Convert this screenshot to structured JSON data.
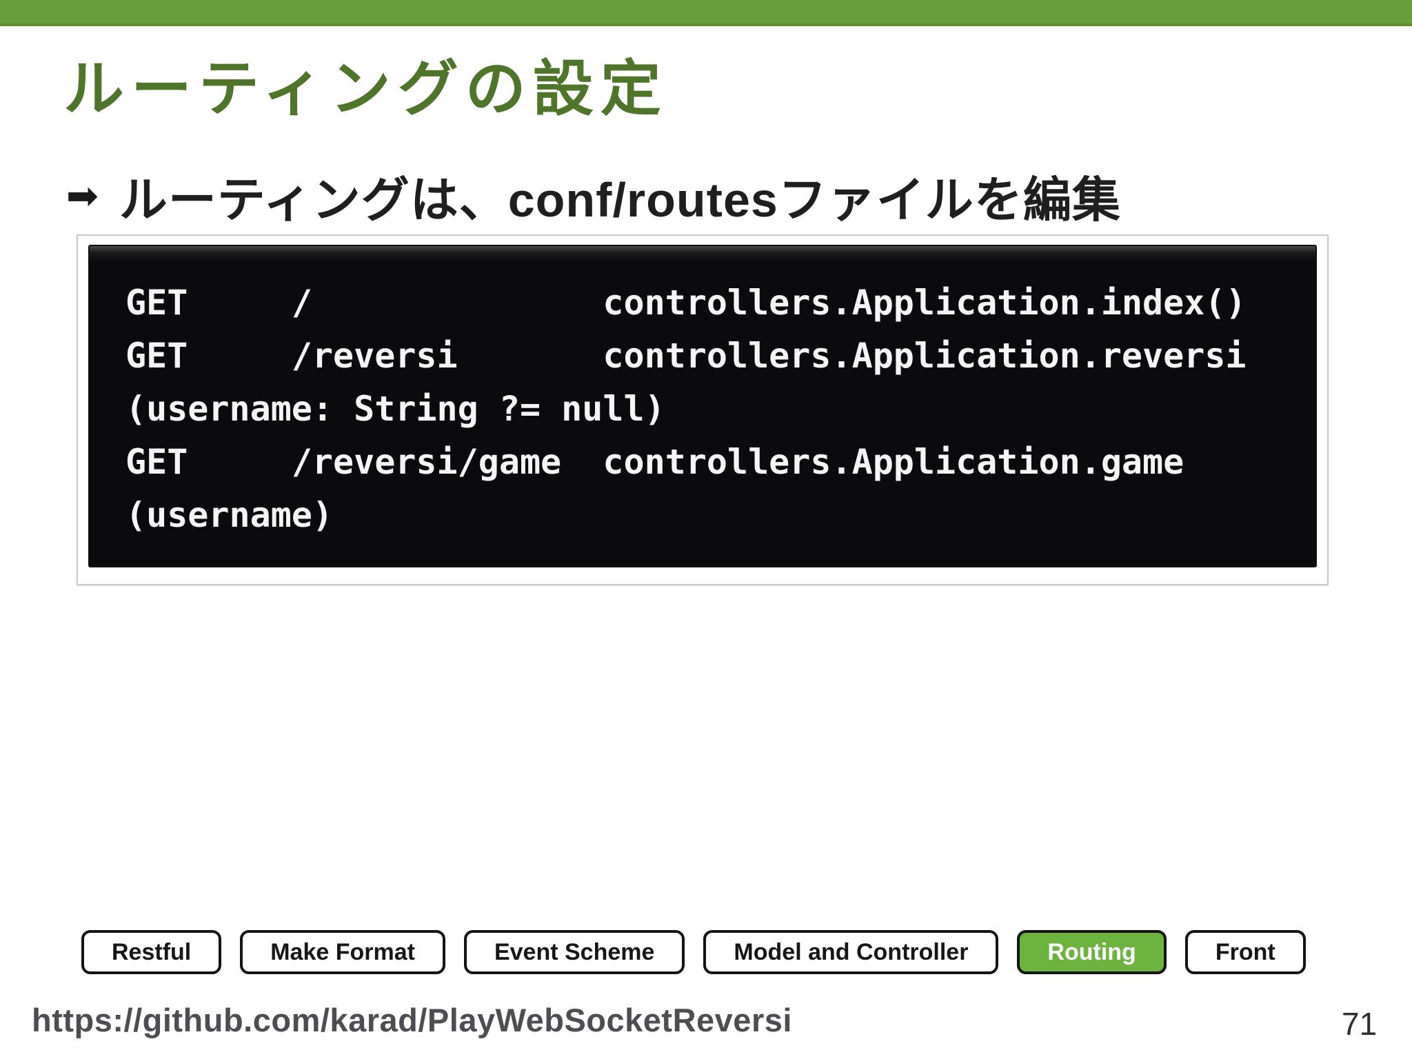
{
  "header": {
    "title": "ルーティングの設定"
  },
  "bullet": {
    "marker": "➡",
    "text": "ルーティングは、conf/routesファイルを編集"
  },
  "code_block": {
    "lines": [
      "GET     /              controllers.Application.index()",
      "GET     /reversi       controllers.Application.reversi",
      "(username: String ?= null)",
      "GET     /reversi/game  controllers.Application.game",
      "(username)"
    ]
  },
  "tab_bar": {
    "tabs": [
      {
        "label": "Restful",
        "active": false
      },
      {
        "label": "Make Format",
        "active": false
      },
      {
        "label": "Event Scheme",
        "active": false
      },
      {
        "label": "Model and Controller",
        "active": false
      },
      {
        "label": "Routing",
        "active": true
      },
      {
        "label": "Front",
        "active": false
      }
    ]
  },
  "footer": {
    "url": "https://github.com/karad/PlayWebSocketReversi",
    "page_number": "71"
  },
  "colors": {
    "top_bar": "#699e3a",
    "top_bar_edge": "#5d8f33",
    "title": "#4e7529",
    "body_text": "#1f1f1f",
    "code_bg": "#0b0b0d",
    "code_text": "#f5f5f5",
    "frame_border": "#c9c9c9",
    "tab_border": "#141414",
    "tab_text": "#161616",
    "active_tab_bg": "#6cb33f",
    "active_tab_text": "#ffffff",
    "url_text": "#4d4d52",
    "page_text": "#2f2f2f"
  }
}
